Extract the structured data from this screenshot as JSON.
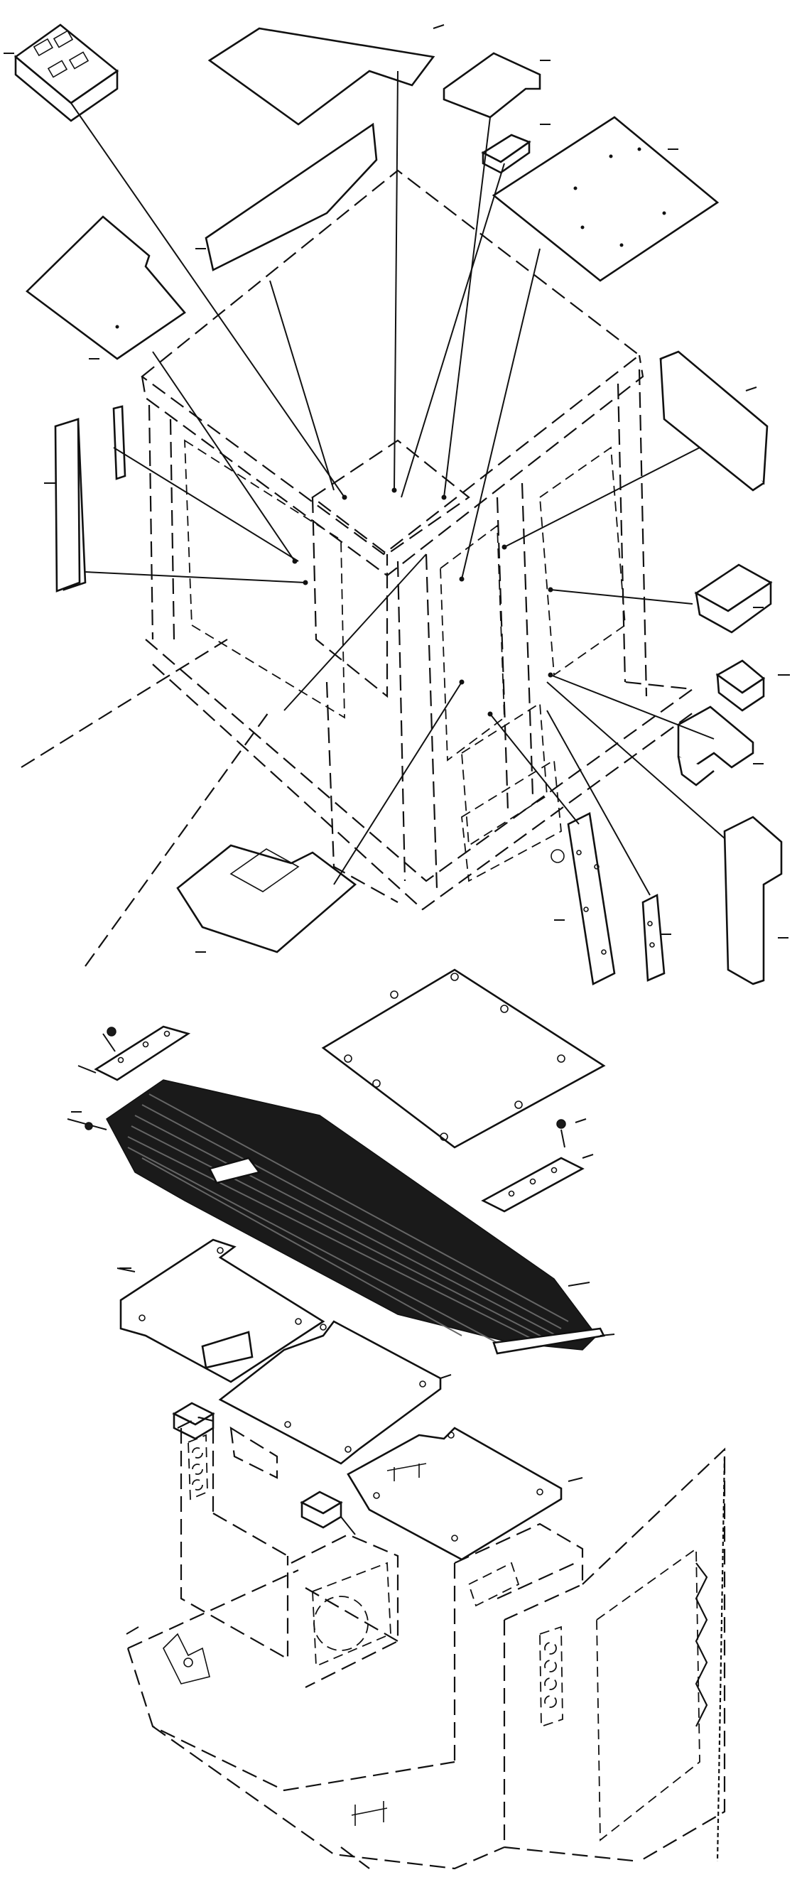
{
  "diagram": {
    "type": "exploded-parts-view",
    "upper_assembly": "cab-frame-with-insulation-pads",
    "lower_assembly": "floor-plate-and-undercover-pads",
    "line_color": "#111111",
    "background": "#ffffff"
  }
}
